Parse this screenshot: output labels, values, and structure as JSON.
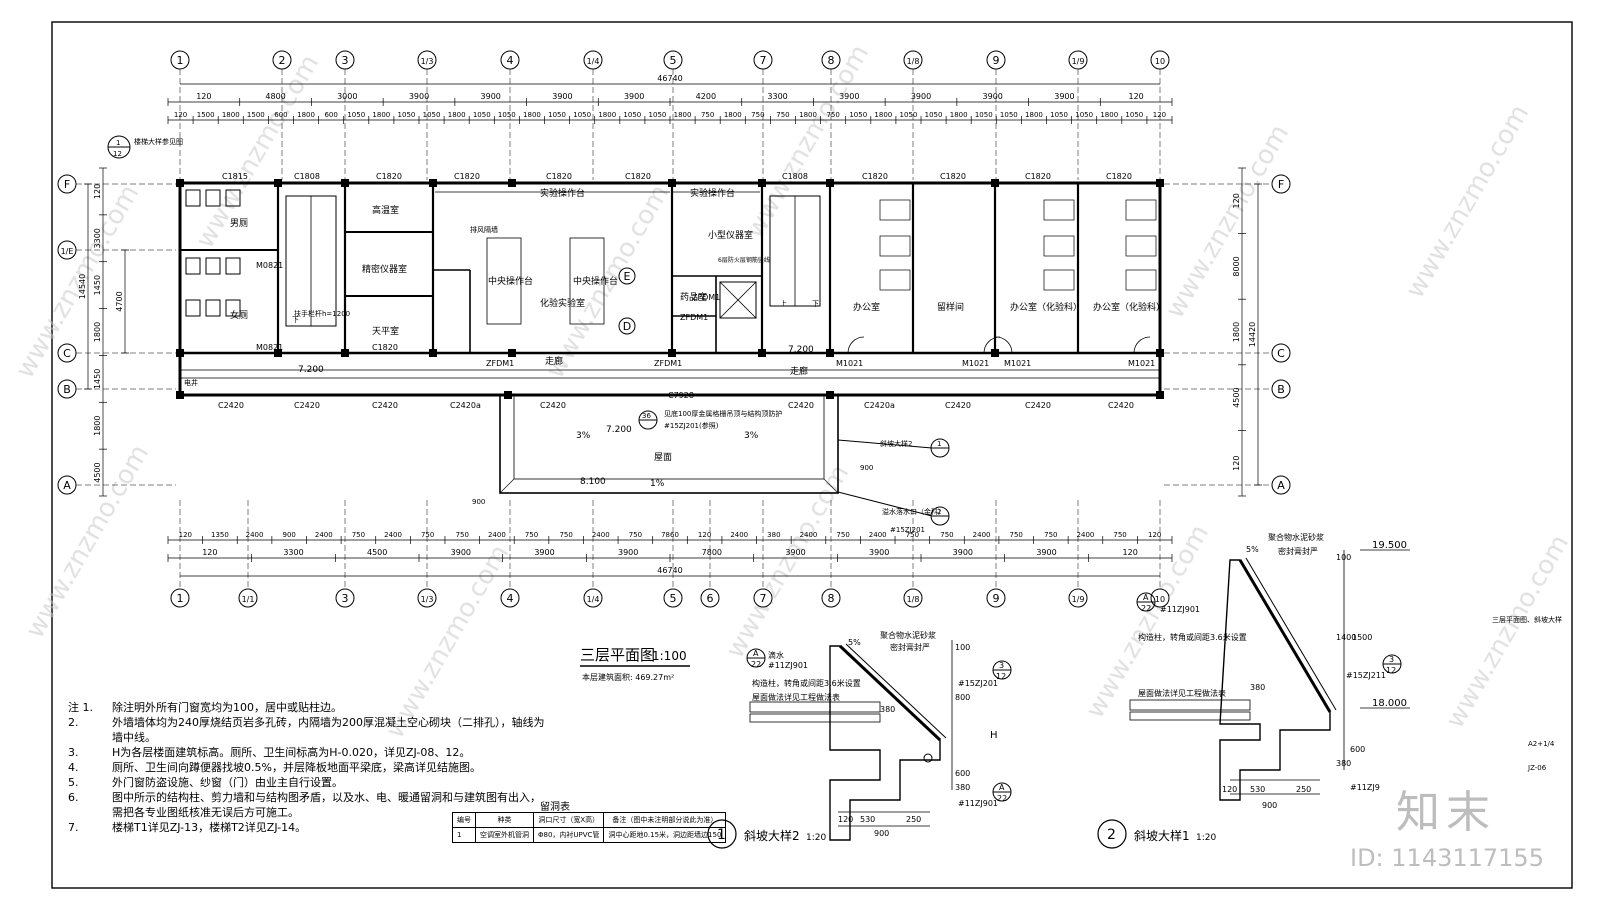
{
  "plan": {
    "title": "三层平面图",
    "scale": "1:100",
    "area_note": "本层建筑面积: 469.27m²"
  },
  "axes": {
    "top": [
      "1",
      "2",
      "3",
      "1/3",
      "4",
      "1/4",
      "5",
      "7",
      "8",
      "1/8",
      "9",
      "1/9",
      "10"
    ],
    "bottom": [
      "1",
      "1/1",
      "3",
      "1/3",
      "4",
      "1/4",
      "5",
      "6",
      "7",
      "8",
      "1/8",
      "9",
      "1/9",
      "10"
    ],
    "left": [
      "F",
      "1/E",
      "C",
      "B",
      "A"
    ],
    "right": [
      "F",
      "C",
      "B",
      "A"
    ],
    "inner": [
      "E",
      "D"
    ]
  },
  "dims": {
    "top_total": "46740",
    "top_row1": [
      "120",
      "4800",
      "3000",
      "3900",
      "3900",
      "3900",
      "3900",
      "4200",
      "3300",
      "3900",
      "3900",
      "3900",
      "3900",
      "120"
    ],
    "top_row2": [
      "120",
      "1500",
      "1800",
      "1500",
      "600",
      "1800",
      "600",
      "1050",
      "1800",
      "1050",
      "1050",
      "1800",
      "1050",
      "1050",
      "1800",
      "1050",
      "1050",
      "1800",
      "1050",
      "1050",
      "1800",
      "750",
      "1800",
      "750",
      "750",
      "1800",
      "750",
      "1050",
      "1800",
      "1050",
      "1050",
      "1800",
      "1050",
      "1050",
      "1800",
      "1050",
      "1050",
      "1800",
      "1050",
      "120"
    ],
    "bottom_total": "46740",
    "bottom_row1": [
      "120",
      "1350",
      "2400",
      "900",
      "2400",
      "750",
      "2400",
      "750",
      "750",
      "2400",
      "750",
      "750",
      "2400",
      "750",
      "7860",
      "120",
      "2400",
      "380",
      "2400",
      "750",
      "2400",
      "750",
      "750",
      "2400",
      "750",
      "750",
      "2400",
      "750",
      "120"
    ],
    "bottom_row2": [
      "120",
      "3300",
      "4500",
      "3900",
      "3900",
      "3900",
      "7800",
      "3900",
      "3900",
      "3900",
      "3900",
      "120"
    ],
    "left_col1": [
      "120",
      "3300",
      "1450",
      "1800",
      "1450",
      "1800",
      "4500"
    ],
    "left_col2": [
      "14540"
    ],
    "left_col3": [
      "4700"
    ],
    "right_col1": [
      "120",
      "8000",
      "1800",
      "4500",
      "120"
    ],
    "right_col2": [
      "14420"
    ]
  },
  "windows": [
    "C1815",
    "C1808",
    "C1820",
    "C1820",
    "C1820",
    "C1820",
    "C1808",
    "C1820",
    "C1820",
    "C1820",
    "C1820",
    "C1820"
  ],
  "windows_south": [
    "C2420",
    "C2420",
    "C2420",
    "C2420a",
    "C2420",
    "C2420",
    "C2420a",
    "C2420",
    "C2420",
    "C2420"
  ],
  "rooms": {
    "mens": "男厕",
    "womens": "女厕",
    "high_temp": "高温室",
    "precision": "精密仪器室",
    "balance": "天平室",
    "chem_lab": "化验实验室",
    "central_a": "中央操作台",
    "central_b": "中央操作台",
    "small_instr": "小型仪器室",
    "drug_store": "药品室",
    "office1": "办公室",
    "archive": "留样间",
    "office2": "办公室（化验科）",
    "office3": "办公室（化验科）",
    "corridor1": "走廊",
    "corridor2": "走廊",
    "roof": "屋面",
    "bench_n1": "实验操作台",
    "bench_n2": "实验操作台",
    "fume": "排风隔墙",
    "electrical": "电井",
    "stair_up": "上",
    "stair_down": "下",
    "stair_note": "扶手栏杆h=1200",
    "lab_note": "6层防火层钢筋竖线"
  },
  "doors": [
    "M0821",
    "M0821",
    "M1021",
    "M1021",
    "M1021",
    "M1021",
    "ZFDM1",
    "ZFDM1",
    "ZFDM1",
    "ZFDM1",
    "C7928"
  ],
  "levels": [
    "7.200",
    "7.200",
    "7.200",
    "8.100"
  ],
  "slopes": [
    "3%",
    "3%",
    "1%"
  ],
  "callouts": {
    "stair_detail": "楼梯大样参见图",
    "ref1": "1",
    "ref1b": "12",
    "ref36": "36",
    "ref36_text": "见底100厚金属格栅吊顶与结构顶防护",
    "ref36_std": "#15ZJ201(参照)",
    "slope_ref": "斜坡大样2",
    "slope_ref_no": "1",
    "drain_ref": "溢水落水口（金科）",
    "drain_ref_no": "2",
    "drain_std": "#15ZJ201",
    "dim900": "900",
    "dim900b": "900",
    "h_mark": "H"
  },
  "detail1": {
    "title": "斜坡大样2",
    "scale": "1:20",
    "number": "1",
    "pct": "5%",
    "labels": [
      "聚合物水泥砂浆",
      "密封膏封严",
      "滴水",
      "#11ZJ901",
      "构造柱，转角或间距3.6米设置",
      "屋面做法详见工程做法表",
      "#15ZJ201",
      "#11ZJ901"
    ],
    "dims": [
      "100",
      "800",
      "600",
      "380",
      "120",
      "530",
      "250",
      "900",
      "380"
    ],
    "refs": [
      "A",
      "22",
      "3",
      "12",
      "A",
      "22"
    ]
  },
  "detail2": {
    "title": "斜坡大样1",
    "scale": "1:20",
    "number": "2",
    "pct": "5%",
    "labels": [
      "聚合物水泥砂浆",
      "密封膏封严",
      "#11ZJ901",
      "构造柱，转角或间距3.6米设置",
      "屋面做法详见工程做法表",
      "#15ZJ211",
      "#11ZJ9"
    ],
    "dims": [
      "100",
      "1400",
      "1500",
      "380",
      "600",
      "380",
      "120",
      "530",
      "250",
      "900"
    ],
    "levels": [
      "19.500",
      "18.000"
    ],
    "refs": [
      "A",
      "22",
      "3",
      "12"
    ]
  },
  "notes": {
    "lead": "注",
    "items": [
      {
        "n": "1.",
        "t": "除注明外所有门窗宽均为100，居中或贴柱边。"
      },
      {
        "n": "2.",
        "t": "外墙墙体均为240厚烧结页岩多孔砖，内隔墙为200厚混凝土空心砌块（二排孔），轴线为墙中线。"
      },
      {
        "n": "3.",
        "t": "H为各层楼面建筑标高。厕所、卫生间标高为H-0.020，详见ZJ-08、12。"
      },
      {
        "n": "4.",
        "t": "厕所、卫生间向蹲便器找坡0.5%，并层降板地面平梁底，梁高详见结施图。"
      },
      {
        "n": "5.",
        "t": "外门窗防盗设施、纱窗（门）由业主自行设置。"
      },
      {
        "n": "6.",
        "t": "图中所示的结构柱、剪力墙和与结构图矛盾，以及水、电、暖通留洞和与建筑图有出入，"
      },
      {
        "n": "",
        "t": "需把各专业图纸核准无误后方可施工。"
      },
      {
        "n": "7.",
        "t": "楼梯T1详见ZJ-13，楼梯T2详见ZJ-14。"
      }
    ]
  },
  "hole_table": {
    "caption": "留洞表",
    "headers": [
      "编号",
      "种类",
      "洞口尺寸（宽X高）",
      "备注（图中未注明部分说此为准）"
    ],
    "rows": [
      [
        "1",
        "空调室外机管洞",
        "Φ80，内衬UPVC管",
        "洞中心距地0.15米，洞边距墙边150"
      ]
    ]
  },
  "side_labels": {
    "sheet_desc": "三层平面图、斜坡大样",
    "sheet_size": "A2+1/4",
    "sheet_no": "JZ-06"
  },
  "brand": {
    "logo": "知末",
    "id": "ID: 1143117155",
    "watermark": "www.znzmo.com"
  }
}
